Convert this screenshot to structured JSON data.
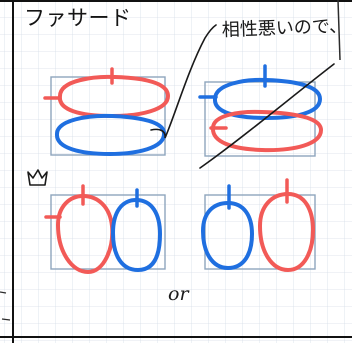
{
  "title": "ファサード",
  "handwritten_note_text": "相性悪いので、",
  "handwritten_or_text": "or",
  "crown_icon": "crown-icon",
  "colors": {
    "red_ellipse": "#f25a57",
    "blue_ellipse": "#1f6fe0",
    "frame_box": "#8ea5bd",
    "pen": "#1a1a1a",
    "grid": "#d6dde8"
  }
}
